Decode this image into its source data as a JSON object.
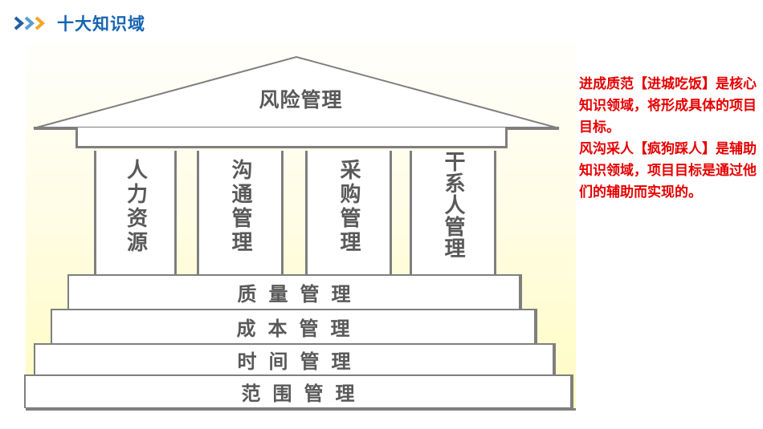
{
  "header": {
    "title": "十大知识域",
    "chevron_colors": [
      "#1f5fa8",
      "#5b9bd5",
      "#f5a623"
    ]
  },
  "diagram": {
    "roof": {
      "label": "风险管理"
    },
    "pillars": [
      {
        "label": "人力资源"
      },
      {
        "label": "沟通管理"
      },
      {
        "label": "采购管理"
      },
      {
        "label": "干系人管理"
      }
    ],
    "steps": [
      {
        "label": "质量管理"
      },
      {
        "label": "成本管理"
      },
      {
        "label": "时间管理"
      },
      {
        "label": "范围管理"
      }
    ]
  },
  "note": {
    "paragraph1": "进成质范【进城吃饭】是核心知识领域，将形成具体的项目目标。",
    "paragraph2": "风沟采人【疯狗踩人】是辅助知识领域，项目目标是通过他们的辅助而实现的。"
  },
  "colors": {
    "title": "#1663b3",
    "diagram_text": "#595959",
    "outline": "#7f7f7f",
    "note_text": "#e60000",
    "panel_bottom": "#fffbc2"
  }
}
